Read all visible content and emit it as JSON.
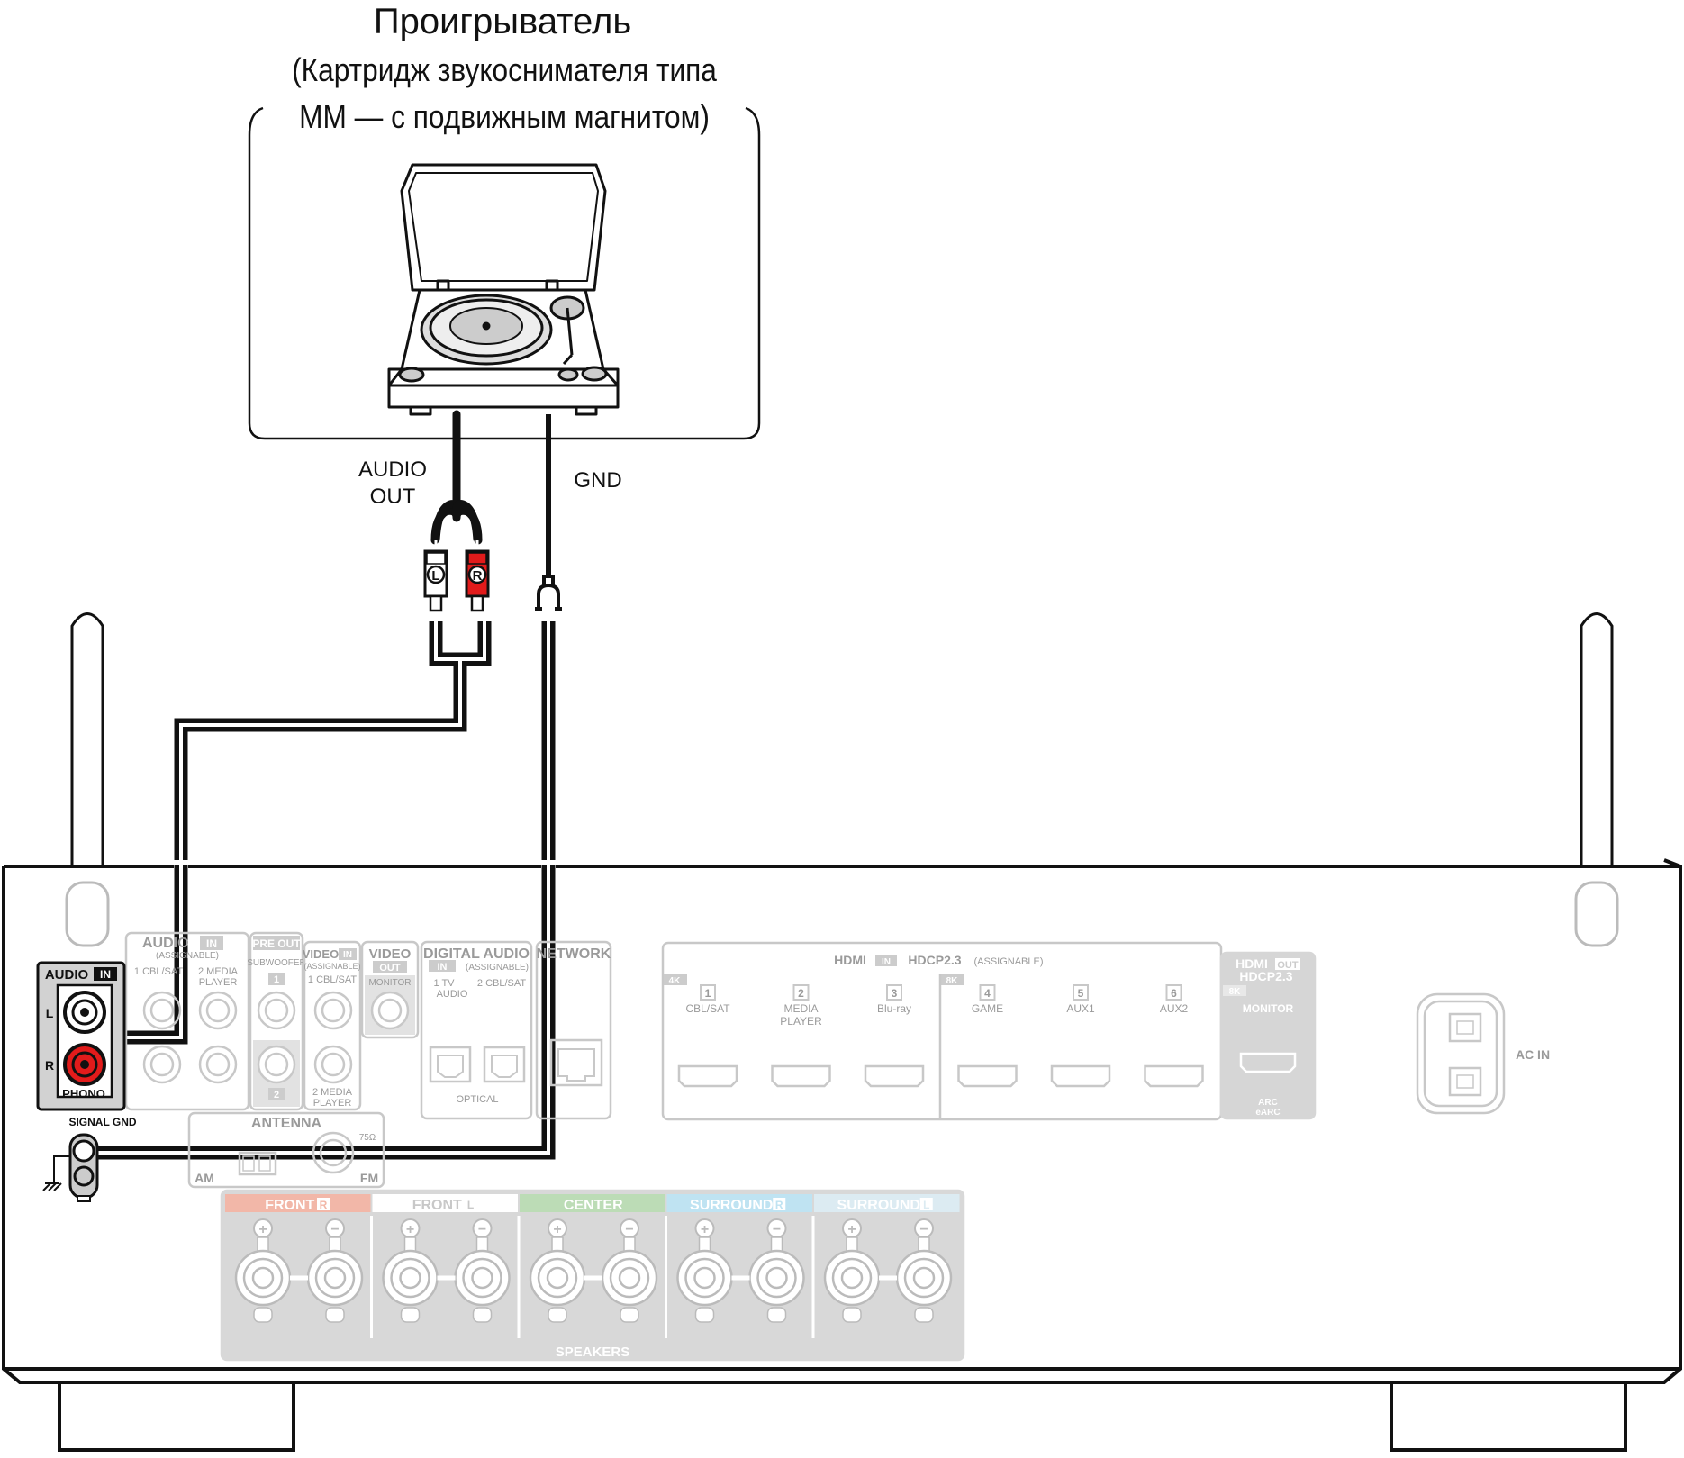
{
  "source_device": {
    "title": "Проигрыватель",
    "subtitle_line1": "(Картридж звукоснимателя типа",
    "subtitle_line2": "MM — с подвижным магнитом)"
  },
  "cable_labels": {
    "audio_out_line1": "AUDIO",
    "audio_out_line2": "OUT",
    "gnd": "GND",
    "plug_left": "L",
    "plug_right": "R"
  },
  "receiver": {
    "audio_in": {
      "audio": "AUDIO",
      "in": "IN",
      "l": "L",
      "r": "R",
      "phono": "PHONO"
    },
    "signal_gnd": "SIGNAL GND",
    "faded": {
      "audio_in_assignable": {
        "title": "AUDIO",
        "in": "IN",
        "sub": "(ASSIGNABLE)",
        "col1": "1 CBL/SAT",
        "col2a": "2 MEDIA",
        "col2b": "PLAYER"
      },
      "pre_out": {
        "title": "PRE OUT",
        "sub": "SUBWOOFER",
        "n1": "1",
        "n2": "2"
      },
      "video_in": {
        "title": "VIDEO",
        "in": "IN",
        "sub": "(ASSIGNABLE)",
        "col1": "1 CBL/SAT",
        "col2a": "2 MEDIA",
        "col2b": "PLAYER"
      },
      "video_out": {
        "title": "VIDEO",
        "out": "OUT",
        "sub": "MONITOR"
      },
      "digital_audio": {
        "title": "DIGITAL AUDIO",
        "in": "IN",
        "sub": "(ASSIGNABLE)",
        "c1": "1  TV",
        "c1b": "AUDIO",
        "c2": "2 CBL/SAT",
        "optical": "OPTICAL"
      },
      "network": {
        "title": "NETWORK"
      },
      "antenna": {
        "title": "ANTENNA",
        "am": "AM",
        "fm": "FM",
        "ohm": "75Ω"
      },
      "hdmi_in": {
        "title": "HDMI",
        "in": "IN",
        "hdcp": "HDCP2.3",
        "assignable": "(ASSIGNABLE)",
        "badge_4k": "4K",
        "badge_8k": "8K",
        "ports": [
          {
            "num": "1",
            "line1": "CBL/SAT",
            "line2": ""
          },
          {
            "num": "2",
            "line1": "MEDIA",
            "line2": "PLAYER"
          },
          {
            "num": "3",
            "line1": "Blu-ray",
            "line2": ""
          },
          {
            "num": "4",
            "line1": "GAME",
            "line2": ""
          },
          {
            "num": "5",
            "line1": "AUX1",
            "line2": ""
          },
          {
            "num": "6",
            "line1": "AUX2",
            "line2": ""
          }
        ]
      },
      "hdmi_out": {
        "title": "HDMI",
        "out": "OUT",
        "hdcp": "HDCP2.3",
        "badge_8k": "8K",
        "monitor": "MONITOR",
        "arc": "ARC",
        "earc": "eARC"
      },
      "ac_in": "AC IN",
      "speakers": {
        "title": "SPEAKERS",
        "plus": "+",
        "minus": "−",
        "channels": [
          {
            "label": "FRONT",
            "side": "R",
            "color": "#f2b7a8"
          },
          {
            "label": "FRONT",
            "side": "L",
            "color": "#ffffff"
          },
          {
            "label": "CENTER",
            "side": "",
            "color": "#bcdcb6"
          },
          {
            "label": "SURROUND",
            "side": "R",
            "color": "#bfe3f2"
          },
          {
            "label": "SURROUND",
            "side": "L",
            "color": "#dcebf2"
          }
        ]
      }
    }
  },
  "colors": {
    "cable": "#111111",
    "red_jack": "#e21b1b",
    "faded": "#c2c2c2"
  }
}
